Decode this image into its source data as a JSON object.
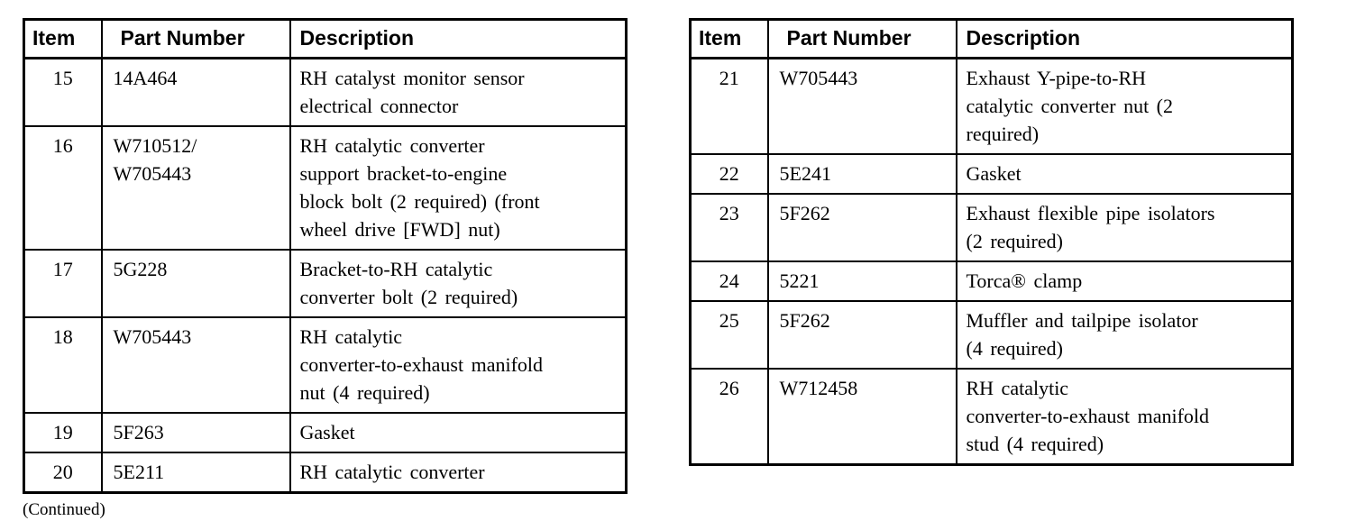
{
  "page": {
    "continued_label": "(Continued)"
  },
  "colors": {
    "text": "#000000",
    "border": "#000000",
    "background": "#ffffff"
  },
  "tables": [
    {
      "name": "parts-table-items-15-20",
      "headers": [
        "Item",
        "Part Number",
        "Description"
      ],
      "rows": [
        {
          "item": "15",
          "part_number": "14A464",
          "description": "RH catalyst monitor sensor\nelectrical connector"
        },
        {
          "item": "16",
          "part_number": "W710512/\nW705443",
          "description": "RH catalytic converter\nsupport bracket-to-engine\nblock bolt (2 required) (front\nwheel drive [FWD] nut)"
        },
        {
          "item": "17",
          "part_number": "5G228",
          "description": "Bracket-to-RH catalytic\nconverter bolt (2 required)"
        },
        {
          "item": "18",
          "part_number": "W705443",
          "description": "RH catalytic\nconverter-to-exhaust manifold\nnut (4 required)"
        },
        {
          "item": "19",
          "part_number": "5F263",
          "description": "Gasket"
        },
        {
          "item": "20",
          "part_number": "5E211",
          "description": "RH catalytic converter"
        }
      ]
    },
    {
      "name": "parts-table-items-21-26",
      "headers": [
        "Item",
        "Part Number",
        "Description"
      ],
      "rows": [
        {
          "item": "21",
          "part_number": "W705443",
          "description": "Exhaust Y-pipe-to-RH\ncatalytic converter nut (2\nrequired)"
        },
        {
          "item": "22",
          "part_number": "5E241",
          "description": "Gasket"
        },
        {
          "item": "23",
          "part_number": "5F262",
          "description": "Exhaust flexible pipe isolators\n(2 required)"
        },
        {
          "item": "24",
          "part_number": "5221",
          "description": "Torca® clamp"
        },
        {
          "item": "25",
          "part_number": "5F262",
          "description": "Muffler and tailpipe isolator\n(4 required)"
        },
        {
          "item": "26",
          "part_number": "W712458",
          "description": "RH catalytic\nconverter-to-exhaust manifold\nstud (4 required)"
        }
      ]
    }
  ]
}
